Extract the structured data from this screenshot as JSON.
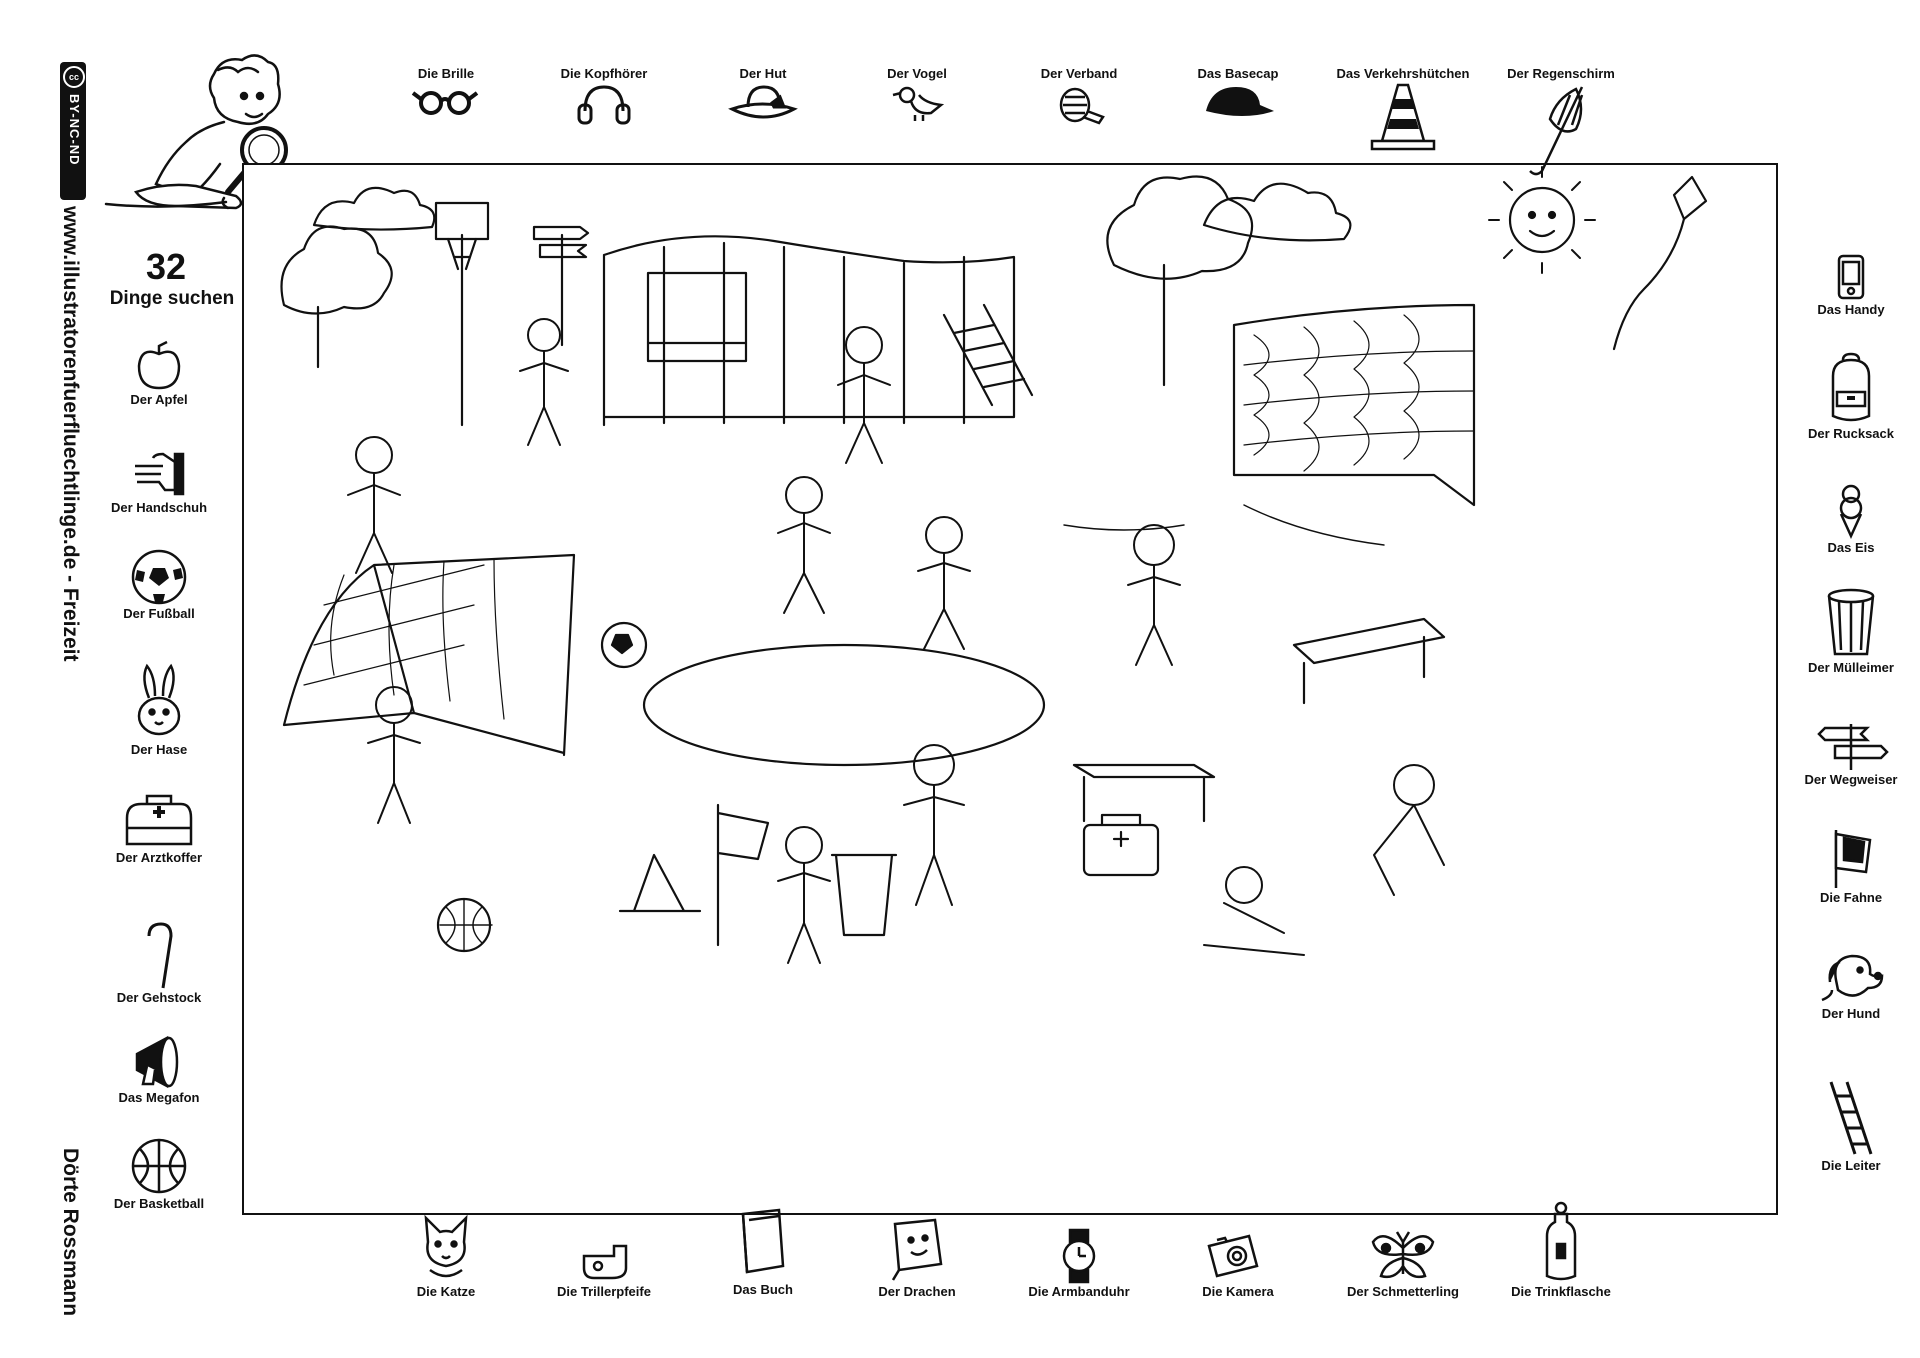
{
  "license_badge": {
    "symbol": "cc",
    "text": "BY-NC-ND"
  },
  "sidebar": {
    "website": "www.illustratorenfuerfluechtlinge.de - Freizeit",
    "author": "Dörte Rossmann"
  },
  "counter": {
    "number": "32",
    "label": "Dinge suchen"
  },
  "items_top": [
    {
      "label": "Die Brille",
      "icon": "glasses-icon"
    },
    {
      "label": "Die Kopfhörer",
      "icon": "headphones-icon"
    },
    {
      "label": "Der Hut",
      "icon": "hat-icon"
    },
    {
      "label": "Der Vogel",
      "icon": "bird-icon"
    },
    {
      "label": "Der Verband",
      "icon": "bandage-icon"
    },
    {
      "label": "Das Basecap",
      "icon": "cap-icon"
    },
    {
      "label": "Das Verkehrshütchen",
      "icon": "traffic-cone-icon"
    },
    {
      "label": "Der Regenschirm",
      "icon": "umbrella-icon"
    }
  ],
  "items_left": [
    {
      "label": "Der Apfel",
      "icon": "apple-icon"
    },
    {
      "label": "Der Handschuh",
      "icon": "glove-icon"
    },
    {
      "label": "Der Fußball",
      "icon": "soccer-ball-icon"
    },
    {
      "label": "Der Hase",
      "icon": "rabbit-icon"
    },
    {
      "label": "Der Arztkoffer",
      "icon": "medical-kit-icon"
    },
    {
      "label": "Der Gehstock",
      "icon": "walking-cane-icon"
    },
    {
      "label": "Das Megafon",
      "icon": "megaphone-icon"
    },
    {
      "label": "Der Basketball",
      "icon": "basketball-icon"
    }
  ],
  "items_right": [
    {
      "label": "Das Handy",
      "icon": "phone-icon"
    },
    {
      "label": "Der Rucksack",
      "icon": "backpack-icon"
    },
    {
      "label": "Das Eis",
      "icon": "ice-cream-icon"
    },
    {
      "label": "Der Mülleimer",
      "icon": "trash-bin-icon"
    },
    {
      "label": "Der Wegweiser",
      "icon": "signpost-icon"
    },
    {
      "label": "Die Fahne",
      "icon": "flag-icon"
    },
    {
      "label": "Der Hund",
      "icon": "dog-icon"
    },
    {
      "label": "Die Leiter",
      "icon": "ladder-icon"
    }
  ],
  "items_bottom": [
    {
      "label": "Die Katze",
      "icon": "cat-icon"
    },
    {
      "label": "Die Trillerpfeife",
      "icon": "whistle-icon"
    },
    {
      "label": "Das Buch",
      "icon": "book-icon"
    },
    {
      "label": "Der Drachen",
      "icon": "kite-icon"
    },
    {
      "label": "Die Armbanduhr",
      "icon": "wristwatch-icon"
    },
    {
      "label": "Die Kamera",
      "icon": "camera-icon"
    },
    {
      "label": "Der Schmetterling",
      "icon": "butterfly-icon"
    },
    {
      "label": "Die Trinkflasche",
      "icon": "water-bottle-icon"
    }
  ]
}
